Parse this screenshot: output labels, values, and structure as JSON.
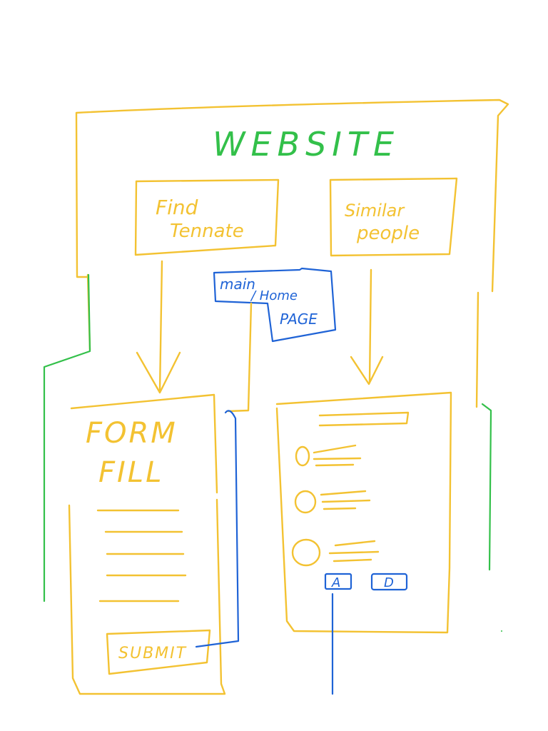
{
  "title": "WEBSITE",
  "boxes": {
    "find_tenant": {
      "line1": "Find",
      "line2": "Tennate"
    },
    "similar_people": {
      "line1": "Similar",
      "line2": "people"
    },
    "main_home_page": {
      "line1": "main",
      "line2": "/ Home",
      "line3": "PAGE"
    }
  },
  "form_page": {
    "title_line1": "FORM",
    "title_line2": "FILL",
    "submit_label": "SUBMIT"
  },
  "list_page": {
    "accept_label": "A",
    "decline_label": "D"
  },
  "colors": {
    "page_outline": "#f3c232",
    "title": "#33c04a",
    "annotation": "#1f63d6"
  }
}
